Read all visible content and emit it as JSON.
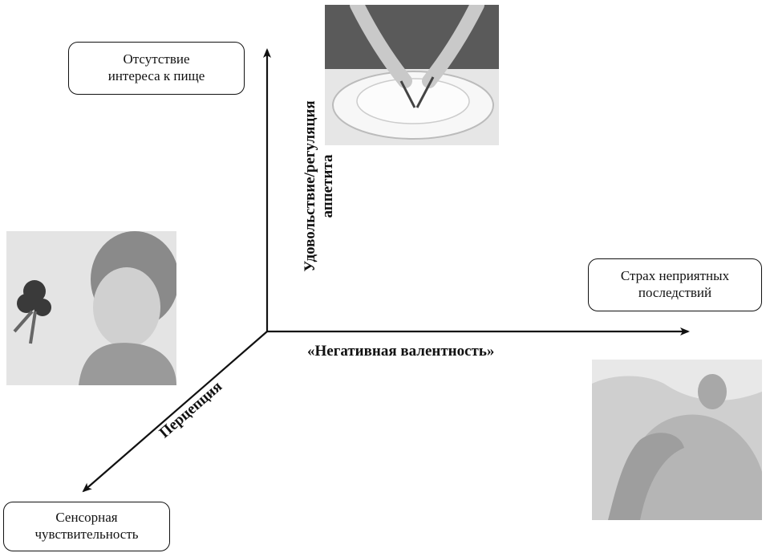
{
  "boxes": {
    "top_left": {
      "line1": "Отсутствие",
      "line2": "интереса к пище"
    },
    "right": {
      "line1": "Страх неприятных",
      "line2": "последствий"
    },
    "bottom_left": {
      "line1": "Сенсорная",
      "line2": "чувствительность"
    }
  },
  "axes": {
    "horizontal": "«Негативная валентность»",
    "vertical_line1": "Удовольствие/регуляция",
    "vertical_line2": "аппетита",
    "diagonal": "Перцепция"
  },
  "photos": {
    "plate": "plate-with-fork-and-knife-photo",
    "child": "child-refusing-broccoli-photo",
    "neck": "hand-on-throat-photo"
  }
}
